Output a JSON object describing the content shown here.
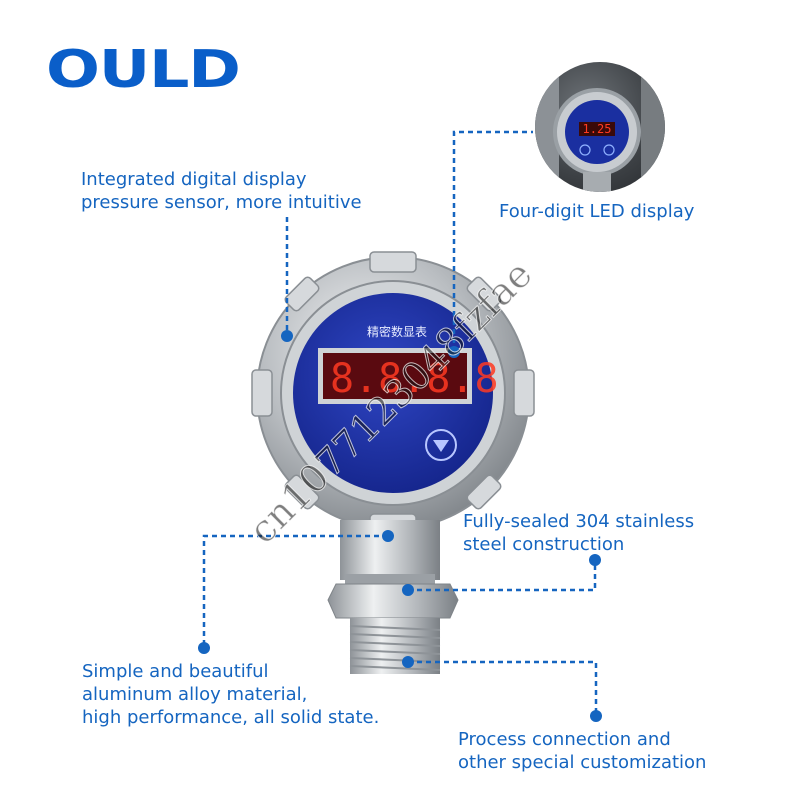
{
  "brand": {
    "logo_text": "OULD",
    "color": "#0a5ec9"
  },
  "device": {
    "face_label": "精密数显表",
    "face_color": "#1a2fa0",
    "led_color": "#ff2a1a"
  },
  "callouts": {
    "top_left": {
      "line1": "Integrated digital display",
      "line2": "pressure sensor, more intuitive"
    },
    "top_right": {
      "line1": "Four-digit LED display"
    },
    "mid_right": {
      "line1": "Fully-sealed 304 stainless",
      "line2": "steel construction"
    },
    "bottom_left": {
      "line1": "Simple and beautiful",
      "line2": "aluminum alloy material,",
      "line3": "high performance, all solid state."
    },
    "bottom_right": {
      "line1": "Process connection and",
      "line2": "other special customization"
    }
  },
  "watermark": {
    "text": "cn1077123048fzfae"
  },
  "accent_color": "#1565c0"
}
